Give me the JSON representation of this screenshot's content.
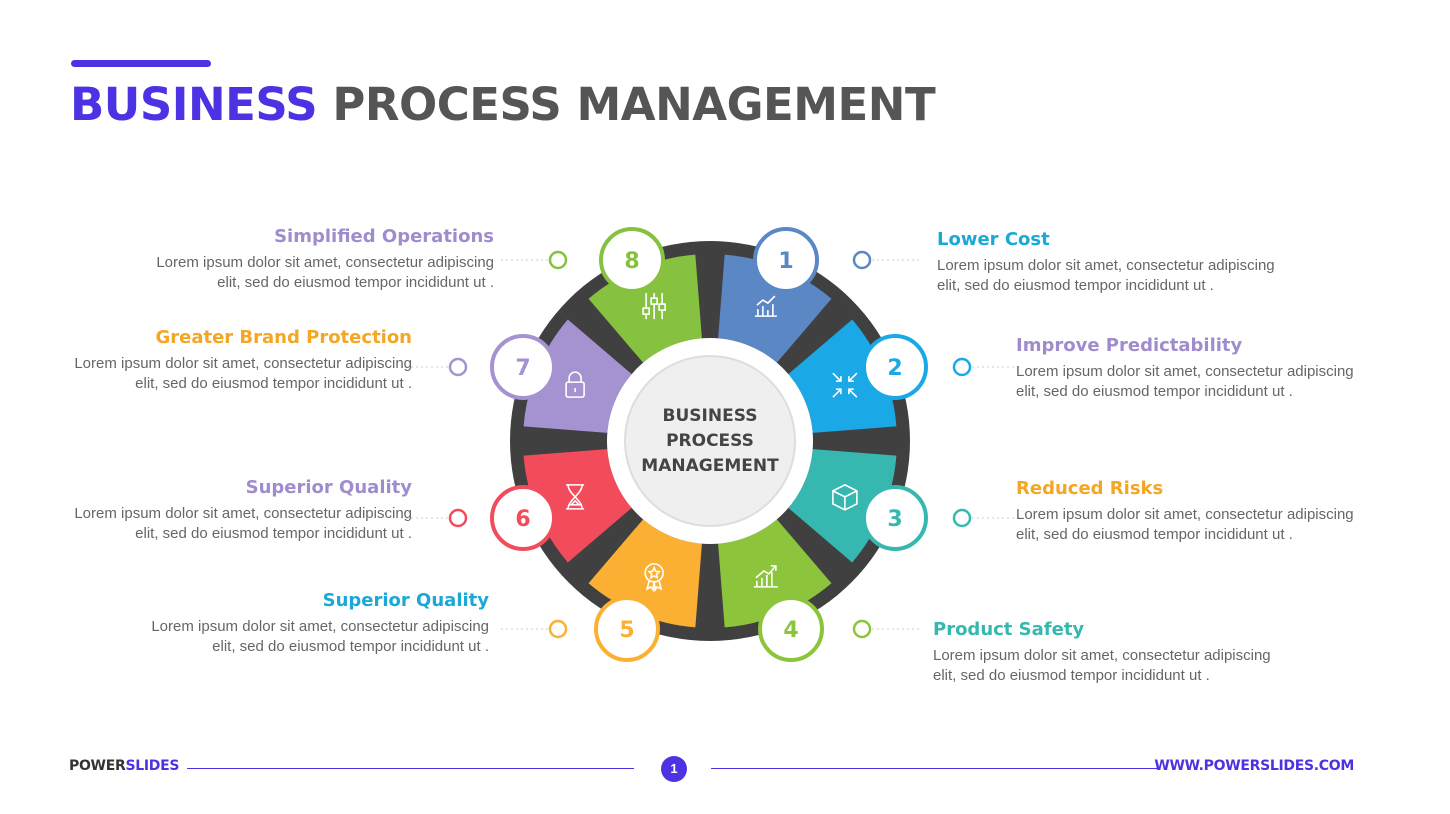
{
  "title": {
    "highlight": "BUSINESS",
    "rest": "PROCESS MANAGEMENT"
  },
  "center": {
    "line1": "BUSINESS",
    "line2": "PROCESS",
    "line3": "MANAGEMENT"
  },
  "colors": {
    "accent": "#4b32e3",
    "dark": "#404040",
    "gray_text": "#666666",
    "step1": "#5b87c5",
    "step2": "#1aa9e6",
    "step3": "#36b8b0",
    "step4": "#8cc43c",
    "step5": "#fbb034",
    "step6": "#f24b5c",
    "step7": "#a592d0",
    "step8": "#86c140"
  },
  "steps": [
    {
      "number": "1",
      "title": "Lower Cost",
      "title_color": "#1aa9d6",
      "text": "Lorem ipsum dolor sit amet, consectetur adipiscing elit, sed do eiusmod tempor incididunt ut .",
      "icon": "chart-icon"
    },
    {
      "number": "2",
      "title": "Improve Predictability",
      "title_color": "#a08ccd",
      "text": "Lorem ipsum dolor sit amet, consectetur adipiscing elit, sed do eiusmod tempor incididunt ut .",
      "icon": "arrows-inward-icon"
    },
    {
      "number": "3",
      "title": "Reduced Risks",
      "title_color": "#f5a623",
      "text": "Lorem ipsum dolor sit amet, consectetur adipiscing elit, sed do eiusmod tempor incididunt ut .",
      "icon": "box-icon"
    },
    {
      "number": "4",
      "title": "Product Safety",
      "title_color": "#36b8b0",
      "text": "Lorem ipsum dolor sit amet, consectetur adipiscing elit, sed do eiusmod tempor incididunt ut .",
      "icon": "growth-chart-icon"
    },
    {
      "number": "5",
      "title": "Superior Quality",
      "title_color": "#1aa9d6",
      "text": "Lorem ipsum dolor sit amet, consectetur adipiscing elit, sed do eiusmod tempor incididunt ut .",
      "icon": "award-badge-icon"
    },
    {
      "number": "6",
      "title": "Superior Quality",
      "title_color": "#a08ccd",
      "text": "Lorem ipsum dolor sit amet, consectetur adipiscing elit, sed do eiusmod tempor incididunt ut .",
      "icon": "hourglass-icon"
    },
    {
      "number": "7",
      "title": "Greater Brand Protection",
      "title_color": "#f5a623",
      "text": "Lorem ipsum dolor sit amet, consectetur adipiscing elit, sed do eiusmod tempor incididunt ut .",
      "icon": "lock-icon"
    },
    {
      "number": "8",
      "title": "Simplified Operations",
      "title_color": "#a08ccd",
      "text": "Lorem ipsum dolor sit amet, consectetur adipiscing elit, sed do eiusmod tempor incididunt ut .",
      "icon": "sliders-icon"
    }
  ],
  "footer": {
    "brand_part1": "POWER",
    "brand_part2": "SLIDES",
    "page": "1",
    "url": "WWW.POWERSLIDES.COM"
  }
}
